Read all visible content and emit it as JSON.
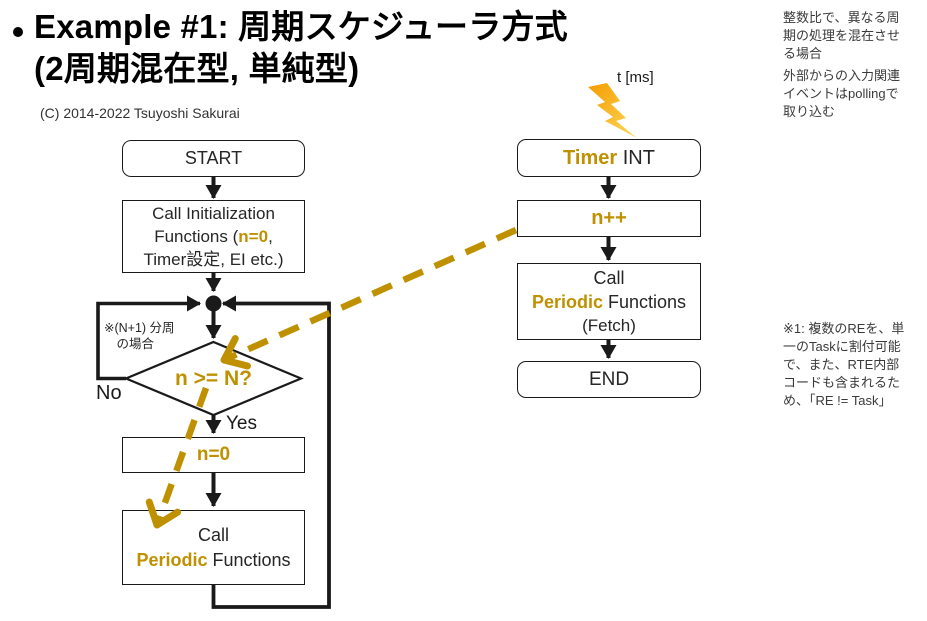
{
  "title": {
    "bullet": "•",
    "text": "Example #1: 周期スケジューラ方式\n(2周期混在型, 単純型)"
  },
  "copyright": "(C) 2014-2022 Tsuyoshi Sakurai",
  "sidebar": {
    "para1": "整数比で、異なる周\n期の処理を混在させ\nる場合",
    "para2": "外部からの入力関連\nイベントはpollingで\n取り込む",
    "footnote": "※1: 複数のREを、単\n一のTaskに割付可能\nで、また、RTE内部\nコードも含まれるた\nめ、「RE != Task」"
  },
  "labels": {
    "t_ms": "t [ms]",
    "no": "No",
    "yes": "Yes",
    "divider_note": "※(N+1) 分周\n　の場合"
  },
  "flow_left": {
    "start": "START",
    "init": {
      "l1": "Call Initialization",
      "l2a": "Functions (",
      "l2b": "n=0",
      "l2c": ",",
      "l3": "Timer設定, EI etc.)"
    },
    "decision": "n >= N?",
    "reset": "n=0",
    "periodic": {
      "l1": "Call",
      "l2a": "Periodic",
      "l2b": " Functions"
    }
  },
  "flow_right": {
    "timer": {
      "a": "Timer",
      "b": " INT"
    },
    "increment": "n++",
    "periodic": {
      "l1": "Call",
      "l2a": "Periodic",
      "l2b": " Functions",
      "l3": "(Fetch)"
    },
    "end_label": "END"
  },
  "icons": {
    "lightning_bolt": "⚡"
  },
  "colors": {
    "accent_gold": "#BF9000",
    "line_black": "#1A1A1A",
    "bolt_orange": "#F49B00",
    "bolt_yellow": "#FFD95A"
  }
}
